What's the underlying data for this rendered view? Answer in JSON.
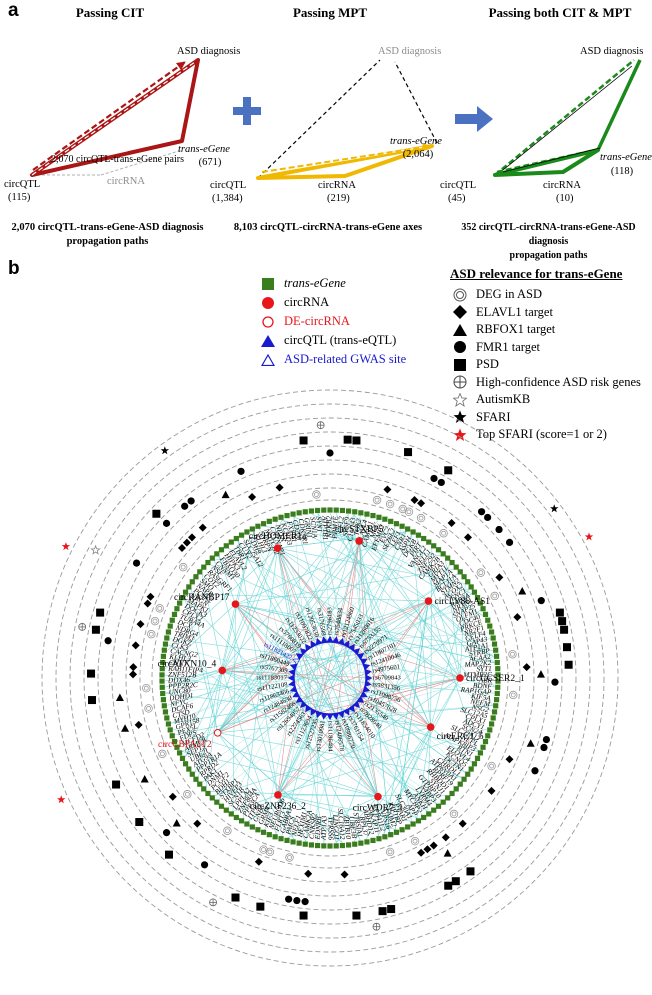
{
  "panel_a": {
    "letter": "a",
    "cit": {
      "title": "Passing CIT",
      "asd": "ASD diagnosis",
      "pairs": "2,070 circQTL-trans-eGene pairs",
      "gene_label": "trans-eGene",
      "gene_count": "(671)",
      "circrna": "circRNA",
      "qtl_label": "circQTL",
      "qtl_count": "(115)",
      "caption_1": "2,070 circQTL-trans-eGene-ASD diagnosis",
      "caption_2": "propagation paths"
    },
    "mpt": {
      "title": "Passing MPT",
      "asd": "ASD diagnosis",
      "gene_label": "trans-eGene",
      "gene_count": "(2,064)",
      "circrna": "circRNA",
      "circrna_count": "(219)",
      "qtl_label": "circQTL",
      "qtl_count": "(1,384)",
      "caption_1": "8,103 circQTL-circRNA-trans-eGene axes"
    },
    "both": {
      "title": "Passing both CIT & MPT",
      "asd": "ASD diagnosis",
      "gene_label": "trans-eGene",
      "gene_count": "(118)",
      "circrna": "circRNA",
      "circrna_count": "(10)",
      "qtl_label": "circQTL",
      "qtl_count": "(45)",
      "caption_1": "352 circQTL-circRNA-trans-eGene-ASD diagnosis",
      "caption_2": "propagation paths"
    }
  },
  "panel_b": {
    "letter": "b",
    "legend_left": [
      {
        "label": "trans-eGene",
        "symbol": "green-square-icon",
        "color": "#3a7d1e"
      },
      {
        "label": "circRNA",
        "symbol": "red-circle-icon",
        "color": "#e8161a"
      },
      {
        "label": "DE-circRNA",
        "symbol": "red-open-circle-icon",
        "color": "#e8161a"
      },
      {
        "label": "circQTL (trans-eQTL)",
        "symbol": "blue-triangle-icon",
        "color": "#1a1ad0"
      },
      {
        "label": "ASD-related GWAS site",
        "symbol": "blue-open-triangle-icon",
        "color": "#1a1ad0"
      }
    ],
    "legend_right_title": "ASD relevance for trans-eGene",
    "legend_right": [
      {
        "label": "DEG in ASD",
        "symbol": "double-circle-icon"
      },
      {
        "label": "ELAVL1 target",
        "symbol": "diamond-icon"
      },
      {
        "label": "RBFOX1 target",
        "symbol": "triangle-icon"
      },
      {
        "label": "FMR1 target",
        "symbol": "circle-icon"
      },
      {
        "label": "PSD",
        "symbol": "square-icon"
      },
      {
        "label": "High-confidence ASD risk genes",
        "symbol": "circle-plus-icon"
      },
      {
        "label": "AutismKB",
        "symbol": "open-star-icon"
      },
      {
        "label": "SFARI",
        "symbol": "star-icon"
      },
      {
        "label": "Top SFARI (score=1 or 2)",
        "symbol": "red-star-icon"
      }
    ],
    "circrnas": [
      {
        "name": "circHOMER1a",
        "angle": 112,
        "r": 140,
        "de": false
      },
      {
        "name": "circSTXBP5",
        "angle": 78,
        "r": 140,
        "de": false
      },
      {
        "name": "circRANBP17",
        "angle": 142,
        "r": 120,
        "de": false
      },
      {
        "name": "circLY86-AS1",
        "angle": 38,
        "r": 125,
        "de": false
      },
      {
        "name": "circATXN10_4",
        "angle": 176,
        "r": 108,
        "de": false
      },
      {
        "name": "circCCSER2_1",
        "angle": 0,
        "r": 130,
        "de": false
      },
      {
        "name": "circCBFA2T2",
        "angle": 206,
        "r": 125,
        "de": true
      },
      {
        "name": "circERC1_5",
        "angle": 334,
        "r": 112,
        "de": false
      },
      {
        "name": "circZNF236_2",
        "angle": 246,
        "r": 128,
        "de": false
      },
      {
        "name": "circWDR7_1",
        "angle": 292,
        "r": 128,
        "de": false
      }
    ],
    "snps": [
      "rs2796183",
      "rs7548834",
      "rs12124960",
      "rs7545033",
      "rs11260016",
      "rs6753155",
      "rs2270971",
      "rs11807101",
      "rs12410046",
      "rs4975601",
      "rs6709843",
      "rs9831356",
      "rs11098756",
      "rs10457628",
      "rs2135540",
      "rs7828640",
      "rs11854010",
      "rs3761154",
      "rs10986770",
      "rs12486578",
      "rs11186484",
      "rs13010981",
      "rs12527235",
      "rs11123694",
      "rs2274563",
      "rs12694057",
      "rs11582466",
      "rs12484630",
      "rs11863466",
      "rs11122108",
      "rs11183017",
      "rs5767309",
      "rs11860449",
      "rs11821422",
      "rs11118007",
      "rs5760819",
      "rs11233022",
      "rs11097822",
      "rs12053630",
      "rs3176598"
    ],
    "genes": [
      "NFKB2",
      "PPM1E",
      "CFL2",
      "SRSF9",
      "C1orf43",
      "TOX2",
      "ELAVL4",
      "CAMTA1",
      "MCC",
      "EFEMP2",
      "EVC2",
      "SEZ6L2",
      "LEF1",
      "CNR1",
      "ASPH",
      "DGKB",
      "PIRT",
      "VANGL2",
      "NELL1",
      "ZNF292",
      "CAMK2B",
      "GRIA3",
      "MYT1L",
      "MAP1A",
      "BCL11A",
      "STMN2",
      "ACOX2",
      "ENC1",
      "RAB3A",
      "NRXN1",
      "SNAP25",
      "OLFM1",
      "CDC40",
      "PRKCE",
      "NR2F1",
      "CELF4",
      "GAP43",
      "ATP1A1",
      "STRBP",
      "ACAA2",
      "MAP2K2",
      "SYT1",
      "MTMR2C",
      "ABR",
      "BDNF",
      "RAP1GAP",
      "KIF5A",
      "NEFM",
      "NSG2",
      "SLC12A5",
      "CPLX1",
      "ADCY1",
      "SCN2A",
      "SLC22A17",
      "NEFL",
      "MAPK8IP3",
      "RTN1",
      "ELOVL4",
      "KCNQ5",
      "DCTN1",
      "CHRDL1",
      "ATP6V0A1",
      "RPRF19",
      "RHBDD1",
      "SYNJ1",
      "GTPBP10",
      "N4BP3",
      "LYRM4",
      "ANKH",
      "MYCBP2",
      "APP",
      "SLC30A1",
      "PTAR1",
      "KIF1BP",
      "FAIM2",
      "VPS16",
      "EPB41L2",
      "AKAP11",
      "ABHD12",
      "RPL37",
      "ST8SIA1",
      "UBE3B",
      "ZBTB10",
      "SLC16A12",
      "LINGO1",
      "TPRSS6",
      "ATP1A3",
      "EDNRB",
      "CNKSR2",
      "CAMK2A",
      "HEXIM1",
      "NELF1",
      "PAICS",
      "GABRA1",
      "FLRT3",
      "NEUROD6",
      "KIF3",
      "GRM4",
      "GNB5",
      "ITPR1",
      "PPP3CA",
      "ZNF804A",
      "LPPLA2",
      "SCN1B",
      "HIVEP3",
      "STXBP1",
      "BDH1",
      "PCGF2",
      "DNM1",
      "PAK1",
      "RPRD2",
      "PPP1R1A",
      "ATG9A",
      "UBE2I",
      "SEPT5",
      "ARMC8",
      "MCFD2",
      "FDPS",
      "PEX5L",
      "GPR158",
      "MYH10",
      "CTSD",
      "DCAF6",
      "NFYC",
      "DDHD1",
      "UNC80",
      "PPP2R2C",
      "DDX46",
      "ZNF512B",
      "RAB11FIP4",
      "CHN1",
      "KLHL3",
      "CACNG2",
      "CLK3",
      "DGKZ",
      "TRIM3",
      "NDRG4",
      "DCX",
      "TUBA4A",
      "CPLX2",
      "DOCK3",
      "MAPK1",
      "NRGN",
      "PCSK2",
      "NAPB",
      "SMO",
      "COT2",
      "RASGRF1",
      "NSF",
      "CNNM1",
      "FBXO30",
      "HIPK3",
      "ELAVL2",
      "TBR1",
      "CUX2",
      "SLC25A12",
      "CDH9",
      "KLHL1",
      "SNRPN",
      "NOTCH2",
      "CNTNAP1",
      "NPTN",
      "KCNQ3",
      "FXYD1",
      "CD200",
      "CDK5R1",
      "GRIN1",
      "SCN1A",
      "SYN1",
      "ATP1B1"
    ],
    "colors": {
      "edge": "#67d4d4",
      "edge_red": "#e07a7a",
      "ring": "#9a9a9a",
      "gene": "#3a7d1e",
      "circ": "#e8161a",
      "qtl": "#1a1ad0"
    }
  }
}
